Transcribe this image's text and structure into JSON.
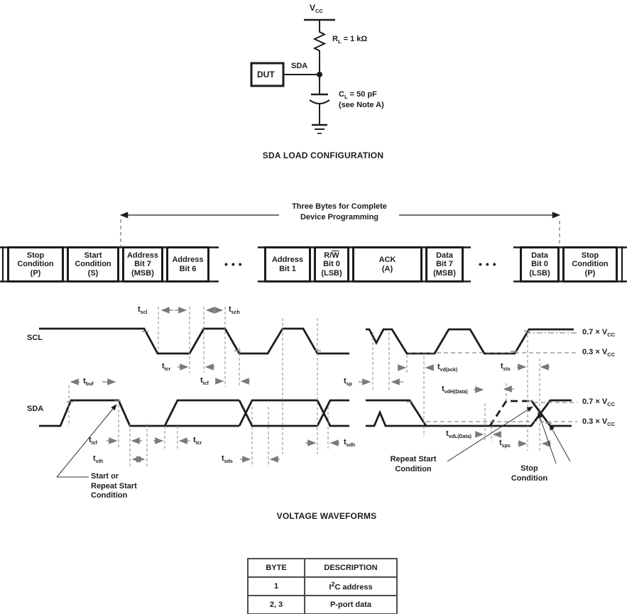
{
  "colors": {
    "ink": "#1c1c1c",
    "dim": "#7a7a7a"
  },
  "circuit": {
    "vcc": {
      "base": "V",
      "sub": "CC"
    },
    "rl": {
      "base": "R",
      "sub": "L",
      "rest": " = 1 kΩ"
    },
    "sda_pin": "SDA",
    "dut": "DUT",
    "cl": {
      "base": "C",
      "sub": "L",
      "rest": " = 50 pF"
    },
    "cl_note": "(see Note A)",
    "caption": "SDA LOAD CONFIGURATION"
  },
  "byte_sequence": {
    "arrow_label": "Three Bytes for Complete\nDevice Programming",
    "dots": "•••",
    "boxes": {
      "stop1": {
        "text": "Stop\nCondition\n(P)"
      },
      "start": {
        "text": "Start\nCondition\n(S)"
      },
      "addr7": {
        "text": "Address\nBit 7\n(MSB)"
      },
      "addr6": {
        "text": "Address\nBit 6"
      },
      "addr1": {
        "text": "Address\nBit 1"
      },
      "rw": {
        "pre": "R/",
        "over": "W",
        "rest": "\nBit 0\n(LSB)"
      },
      "ack": {
        "text": "ACK\n(A)"
      },
      "data7": {
        "text": "Data\nBit 7\n(MSB)"
      },
      "data0": {
        "text": "Data\nBit 0\n(LSB)"
      },
      "stop2": {
        "text": "Stop\nCondition\n(P)"
      }
    }
  },
  "waveforms": {
    "scl_label": "SCL",
    "sda_label": "SDA",
    "levels": {
      "v07": {
        "base": "0.7 × V",
        "sub": "CC"
      },
      "v03": {
        "base": "0.3 × V",
        "sub": "CC"
      }
    },
    "timing": {
      "scl": {
        "base": "t",
        "sub": "scl"
      },
      "sch": {
        "base": "t",
        "sub": "sch"
      },
      "icr": {
        "base": "t",
        "sub": "icr"
      },
      "icf": {
        "base": "t",
        "sub": "icf"
      },
      "buf": {
        "base": "t",
        "sub": "buf"
      },
      "sth": {
        "base": "t",
        "sub": "sth"
      },
      "sds": {
        "base": "t",
        "sub": "sds"
      },
      "sdh": {
        "base": "t",
        "sub": "sdh"
      },
      "sp": {
        "base": "t",
        "sub": "sp"
      },
      "vdack": {
        "base": "t",
        "sub": "vd(ack)"
      },
      "vdh": {
        "base": "t",
        "sub": "vdH(Data)"
      },
      "vdl": {
        "base": "t",
        "sub": "vdL(Data)"
      },
      "sts": {
        "base": "t",
        "sub": "sts"
      },
      "sps": {
        "base": "t",
        "sub": "sps"
      }
    },
    "annotations": {
      "start_repeat": "Start or\nRepeat Start\nCondition",
      "repeat_start": "Repeat Start\nCondition",
      "stop": "Stop\nCondition"
    },
    "caption": "VOLTAGE WAVEFORMS"
  },
  "table": {
    "headers": {
      "byte": "BYTE",
      "description": "DESCRIPTION"
    },
    "rows": {
      "r1": {
        "byte": "1",
        "desc_pre": "I",
        "desc_sup": "2",
        "desc_post": "C address"
      },
      "r2": {
        "byte": "2, 3",
        "desc": "P-port data"
      }
    }
  }
}
